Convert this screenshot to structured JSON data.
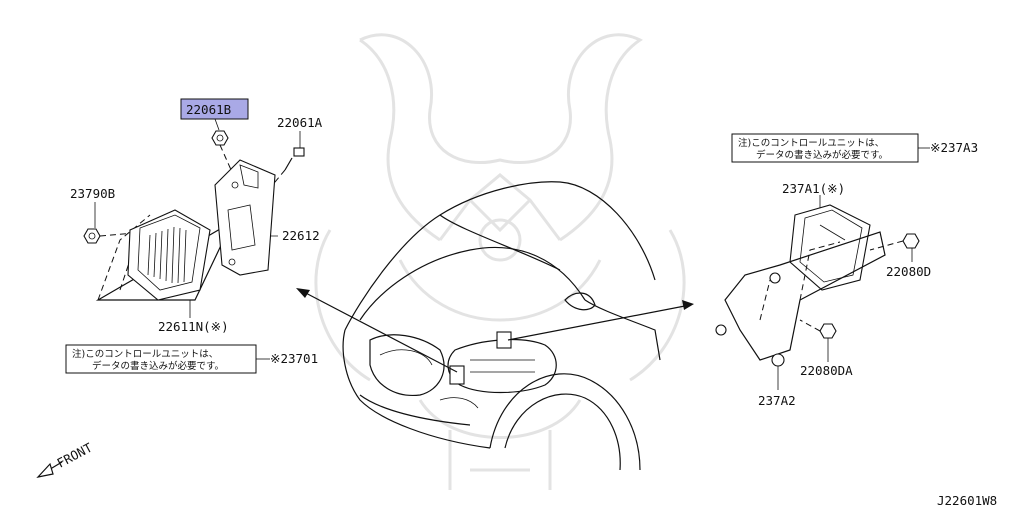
{
  "labels": {
    "p22061b": "22061B",
    "p22061a": "22061A",
    "p23790b": "23790B",
    "p22612": "22612",
    "p22611n": "22611N(※)",
    "p23701": "※23701",
    "p237a3": "※237A3",
    "p237a1": "237A1(※)",
    "p22080d": "22080D",
    "p22080da": "22080DA",
    "p237a2": "237A2",
    "front": "FRONT",
    "diagram_id": "J22601W8"
  },
  "notes": {
    "left_line1": "注)このコントロールユニットは、",
    "left_line2": "データの書き込みが必要です。",
    "right_line1": "注)このコントロールユニットは、",
    "right_line2": "データの書き込みが必要です。"
  },
  "colors": {
    "highlight": "#a9a9e6",
    "ink": "#111111",
    "watermark": "#e3e3e3"
  }
}
